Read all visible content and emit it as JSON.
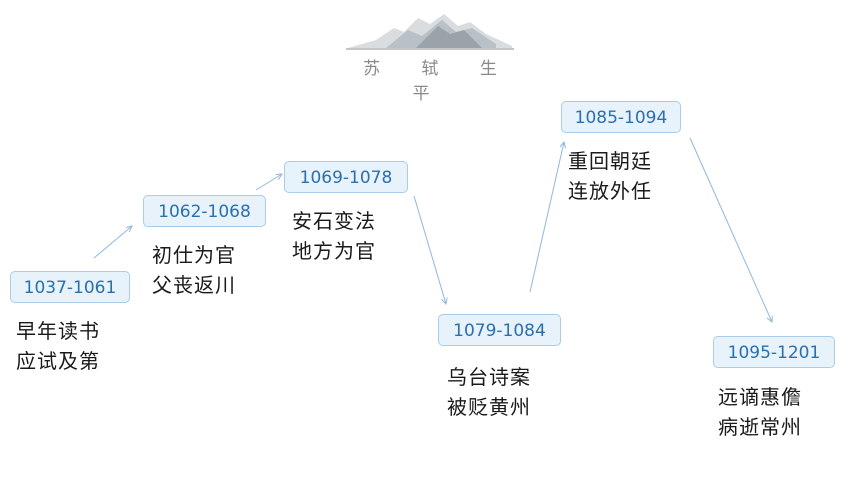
{
  "header": {
    "title": "苏 轼 生 平"
  },
  "periods": [
    {
      "years": "1037-1061",
      "line1": "早年读书",
      "line2": "应试及第"
    },
    {
      "years": "1062-1068",
      "line1": "初仕为官",
      "line2": "父丧返川"
    },
    {
      "years": "1069-1078",
      "line1": "安石变法",
      "line2": "地方为官"
    },
    {
      "years": "1079-1084",
      "line1": "乌台诗案",
      "line2": "被贬黄州"
    },
    {
      "years": "1085-1094",
      "line1": "重回朝廷",
      "line2": "连放外任"
    },
    {
      "years": "1095-1201",
      "line1": "远谪惠儋",
      "line2": "病逝常州"
    }
  ],
  "colors": {
    "box_fill": "#e8f2fa",
    "box_border": "#a9cce8",
    "year_text": "#2a6fb0",
    "arrow": "#8fb8de"
  }
}
